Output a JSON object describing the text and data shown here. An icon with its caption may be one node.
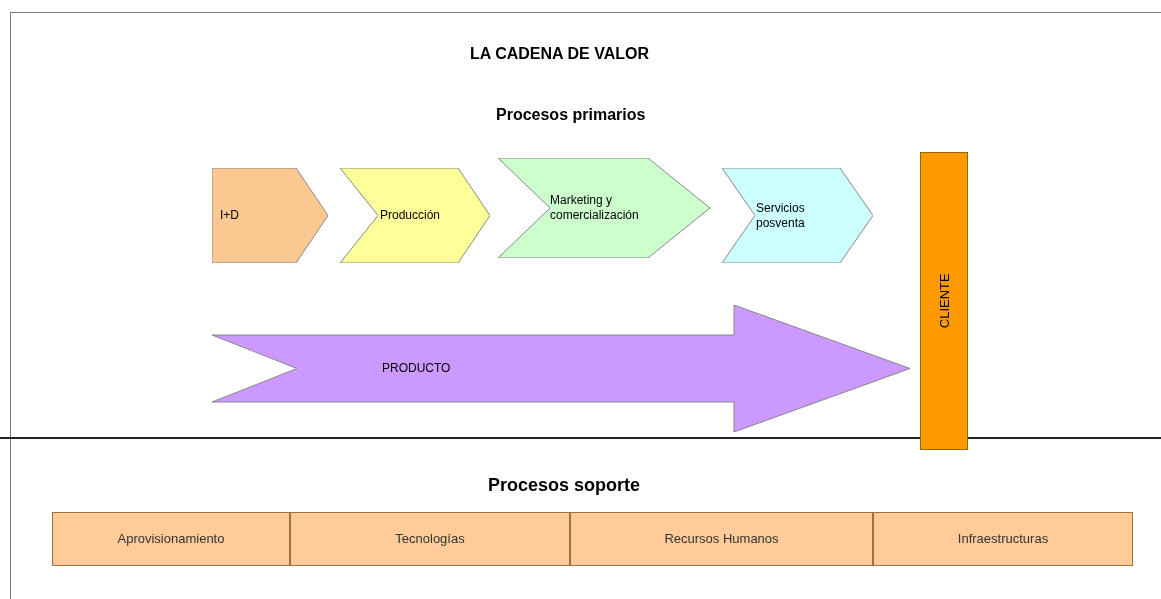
{
  "diagram": {
    "title": "LA CADENA DE VALOR",
    "nodes": [
      {
        "text": [
          "I+D"
        ]
      },
      {
        "text": [
          "Producción"
        ]
      },
      {
        "text": [
          "Marketing y comercialización"
        ]
      },
      {
        "text": [
          "Servicios posventa"
        ]
      },
      {
        "text": [
          "PRODUCTO"
        ]
      },
      {
        "text": [
          "CLIENTE"
        ]
      },
      {
        "text": [
          "Aprovisionamiento"
        ]
      },
      {
        "text": [
          "Tecnologías"
        ]
      },
      {
        "text": [
          "Recursos Humanos"
        ]
      },
      {
        "text": [
          "Infraestructuras"
        ]
      }
    ],
    "labels": [
      "Procesos primarios",
      "Procesos soporte"
    ]
  }
}
